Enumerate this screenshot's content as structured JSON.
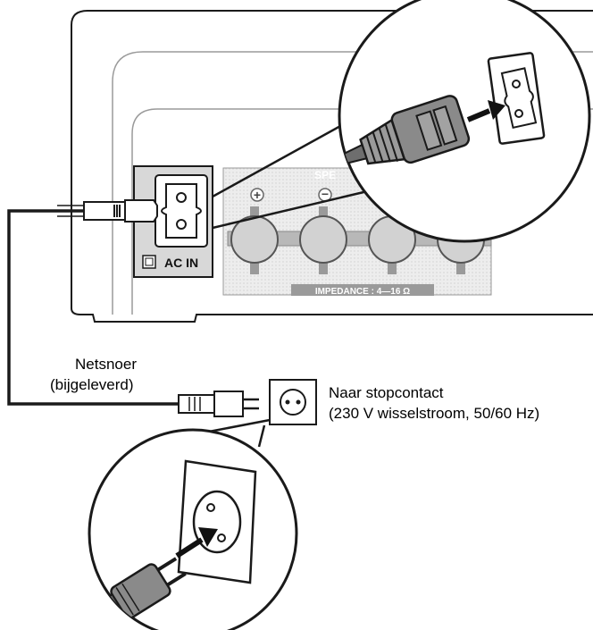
{
  "panel": {
    "ac_in_label": "AC IN",
    "speaker_label_fragment": "SPE",
    "impedance_label": "IMPEDANCE : 4—16 Ω",
    "plus_symbol": "+",
    "minus_symbol": "−"
  },
  "cord": {
    "name_line1": "Netsnoer",
    "name_line2": "(bijgeleverd)"
  },
  "outlet": {
    "label_line1": "Naar stopcontact",
    "label_line2": "(230 V wisselstroom, 50/60 Hz)"
  },
  "colors": {
    "line": "#1a1a1a",
    "panel_fill": "#ececec",
    "terminal_fill": "#c8c8c8",
    "plug_fill": "#8a8a8a",
    "arrow": "#111111"
  }
}
